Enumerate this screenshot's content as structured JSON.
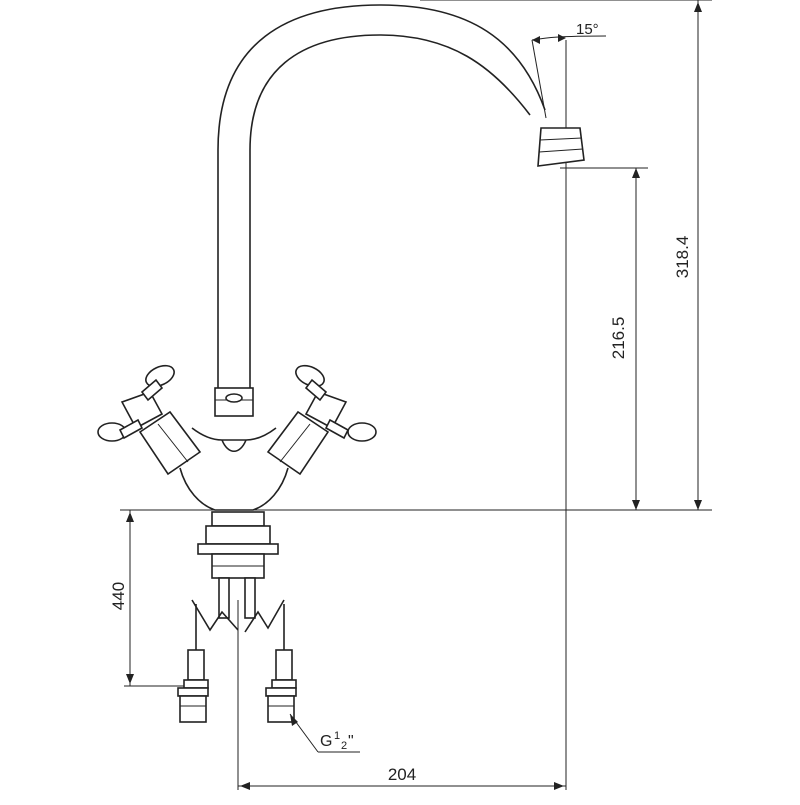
{
  "drawing": {
    "dimensions": {
      "angle": "15°",
      "spout_height": "216.5",
      "overall_height": "318.4",
      "pipe_length": "440",
      "spout_reach": "204",
      "connection_prefix": "G",
      "connection_num": "1",
      "connection_den": "2",
      "connection_suffix": "\""
    },
    "colors": {
      "line": "#222222",
      "background": "#ffffff"
    }
  }
}
